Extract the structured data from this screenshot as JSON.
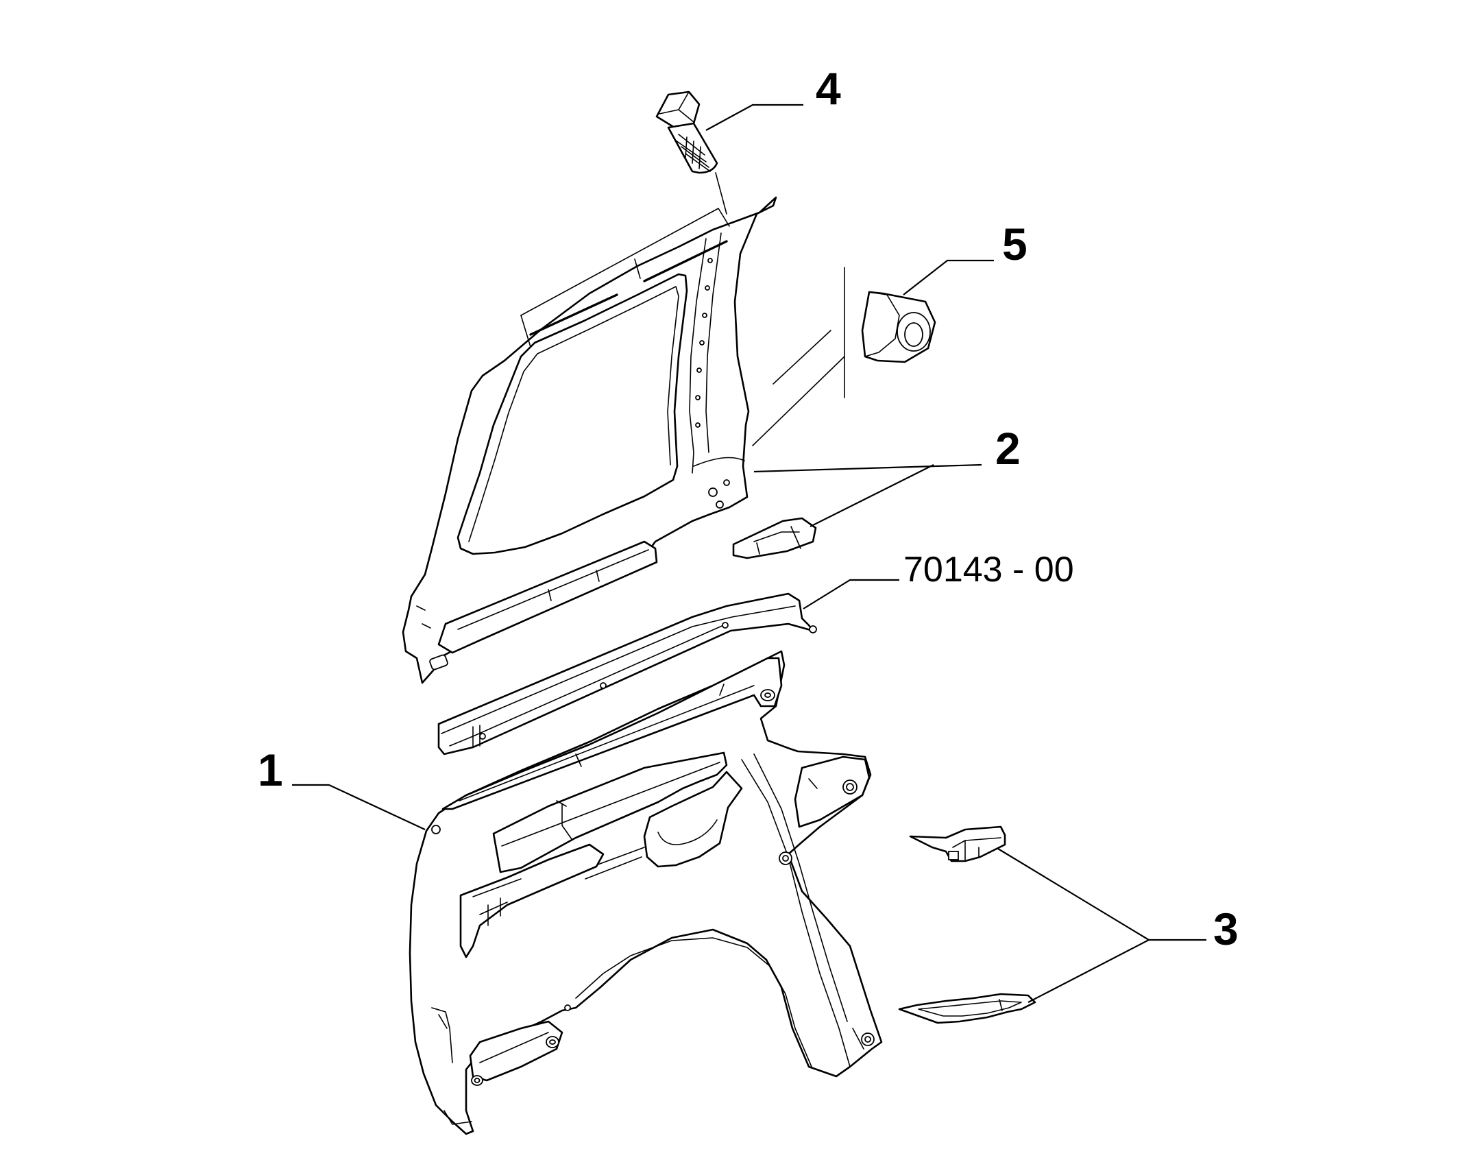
{
  "callouts": {
    "part_1": "1",
    "part_2": "2",
    "part_3": "3",
    "part_4": "4",
    "part_5": "5",
    "reference_code": "70143 - 00"
  }
}
